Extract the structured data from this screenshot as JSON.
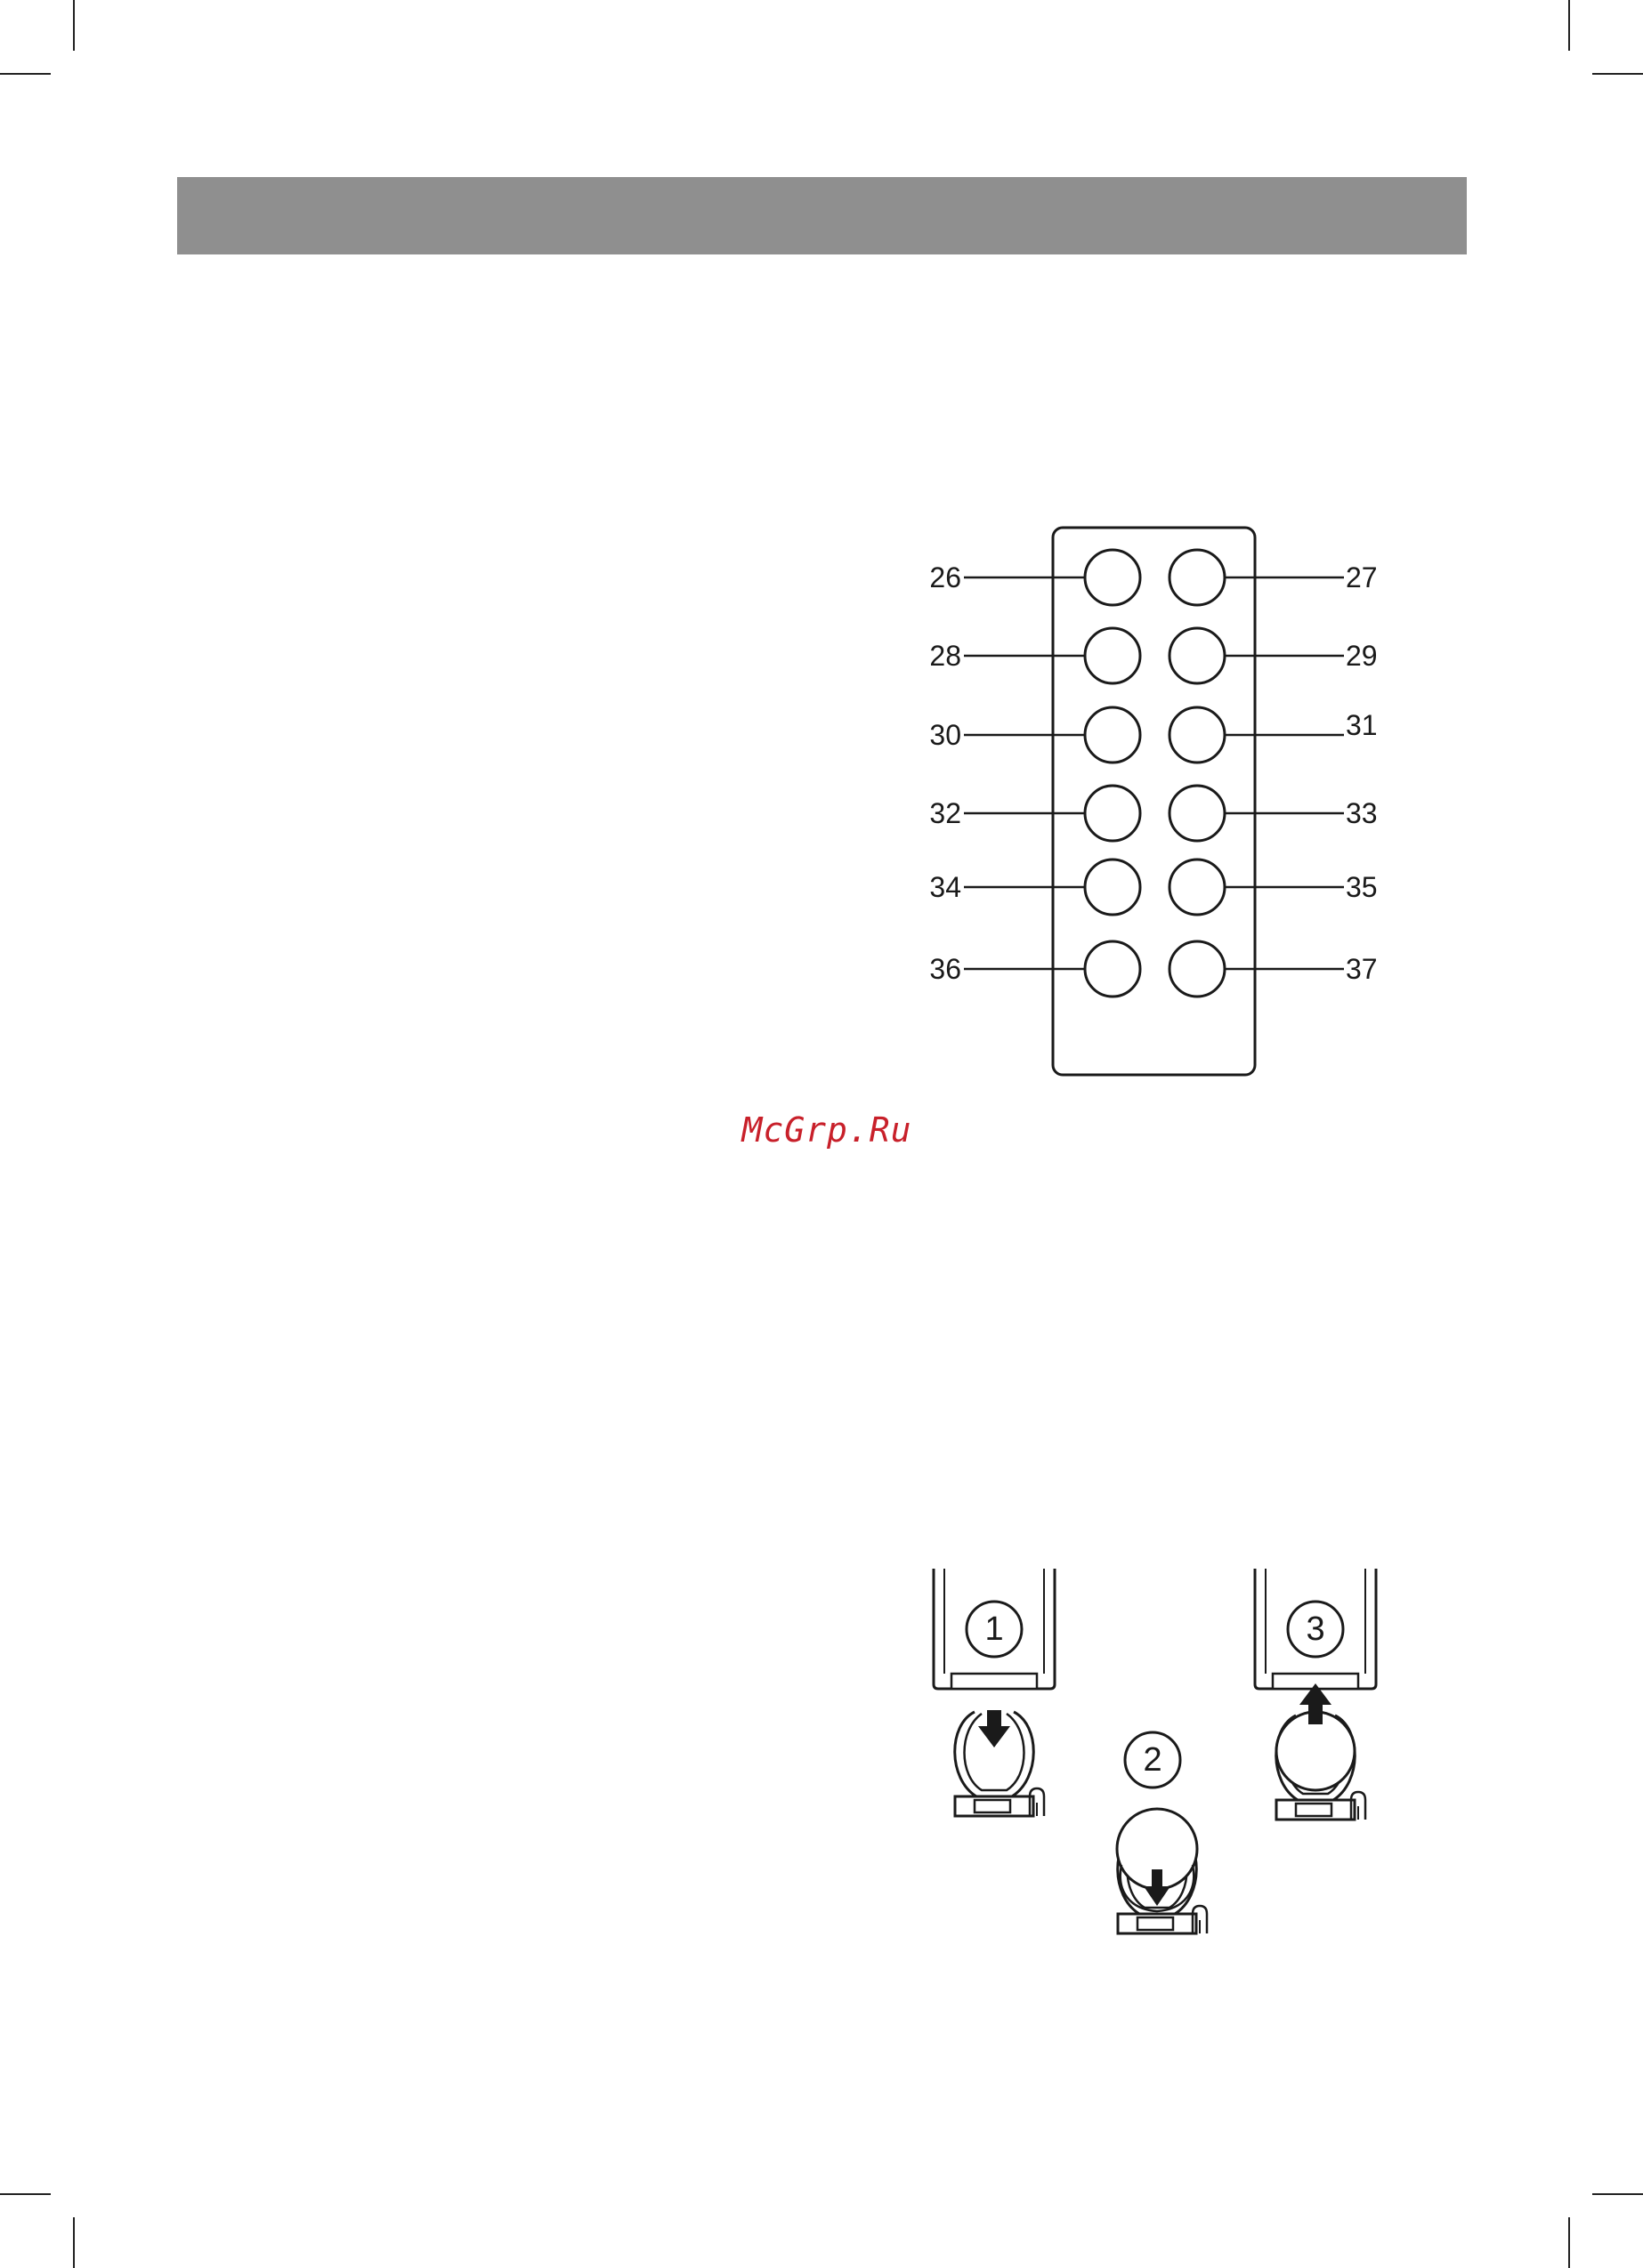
{
  "header": {
    "bar_color": "#8f8f8f"
  },
  "remote": {
    "left_labels": [
      "26",
      "28",
      "30",
      "32",
      "34",
      "36"
    ],
    "right_labels": [
      "27",
      "29",
      "31",
      "33",
      "35",
      "37"
    ]
  },
  "battery": {
    "steps": [
      "1",
      "2",
      "3"
    ]
  },
  "watermark": {
    "text": "McGrp.Ru",
    "color": "#c8202a"
  }
}
